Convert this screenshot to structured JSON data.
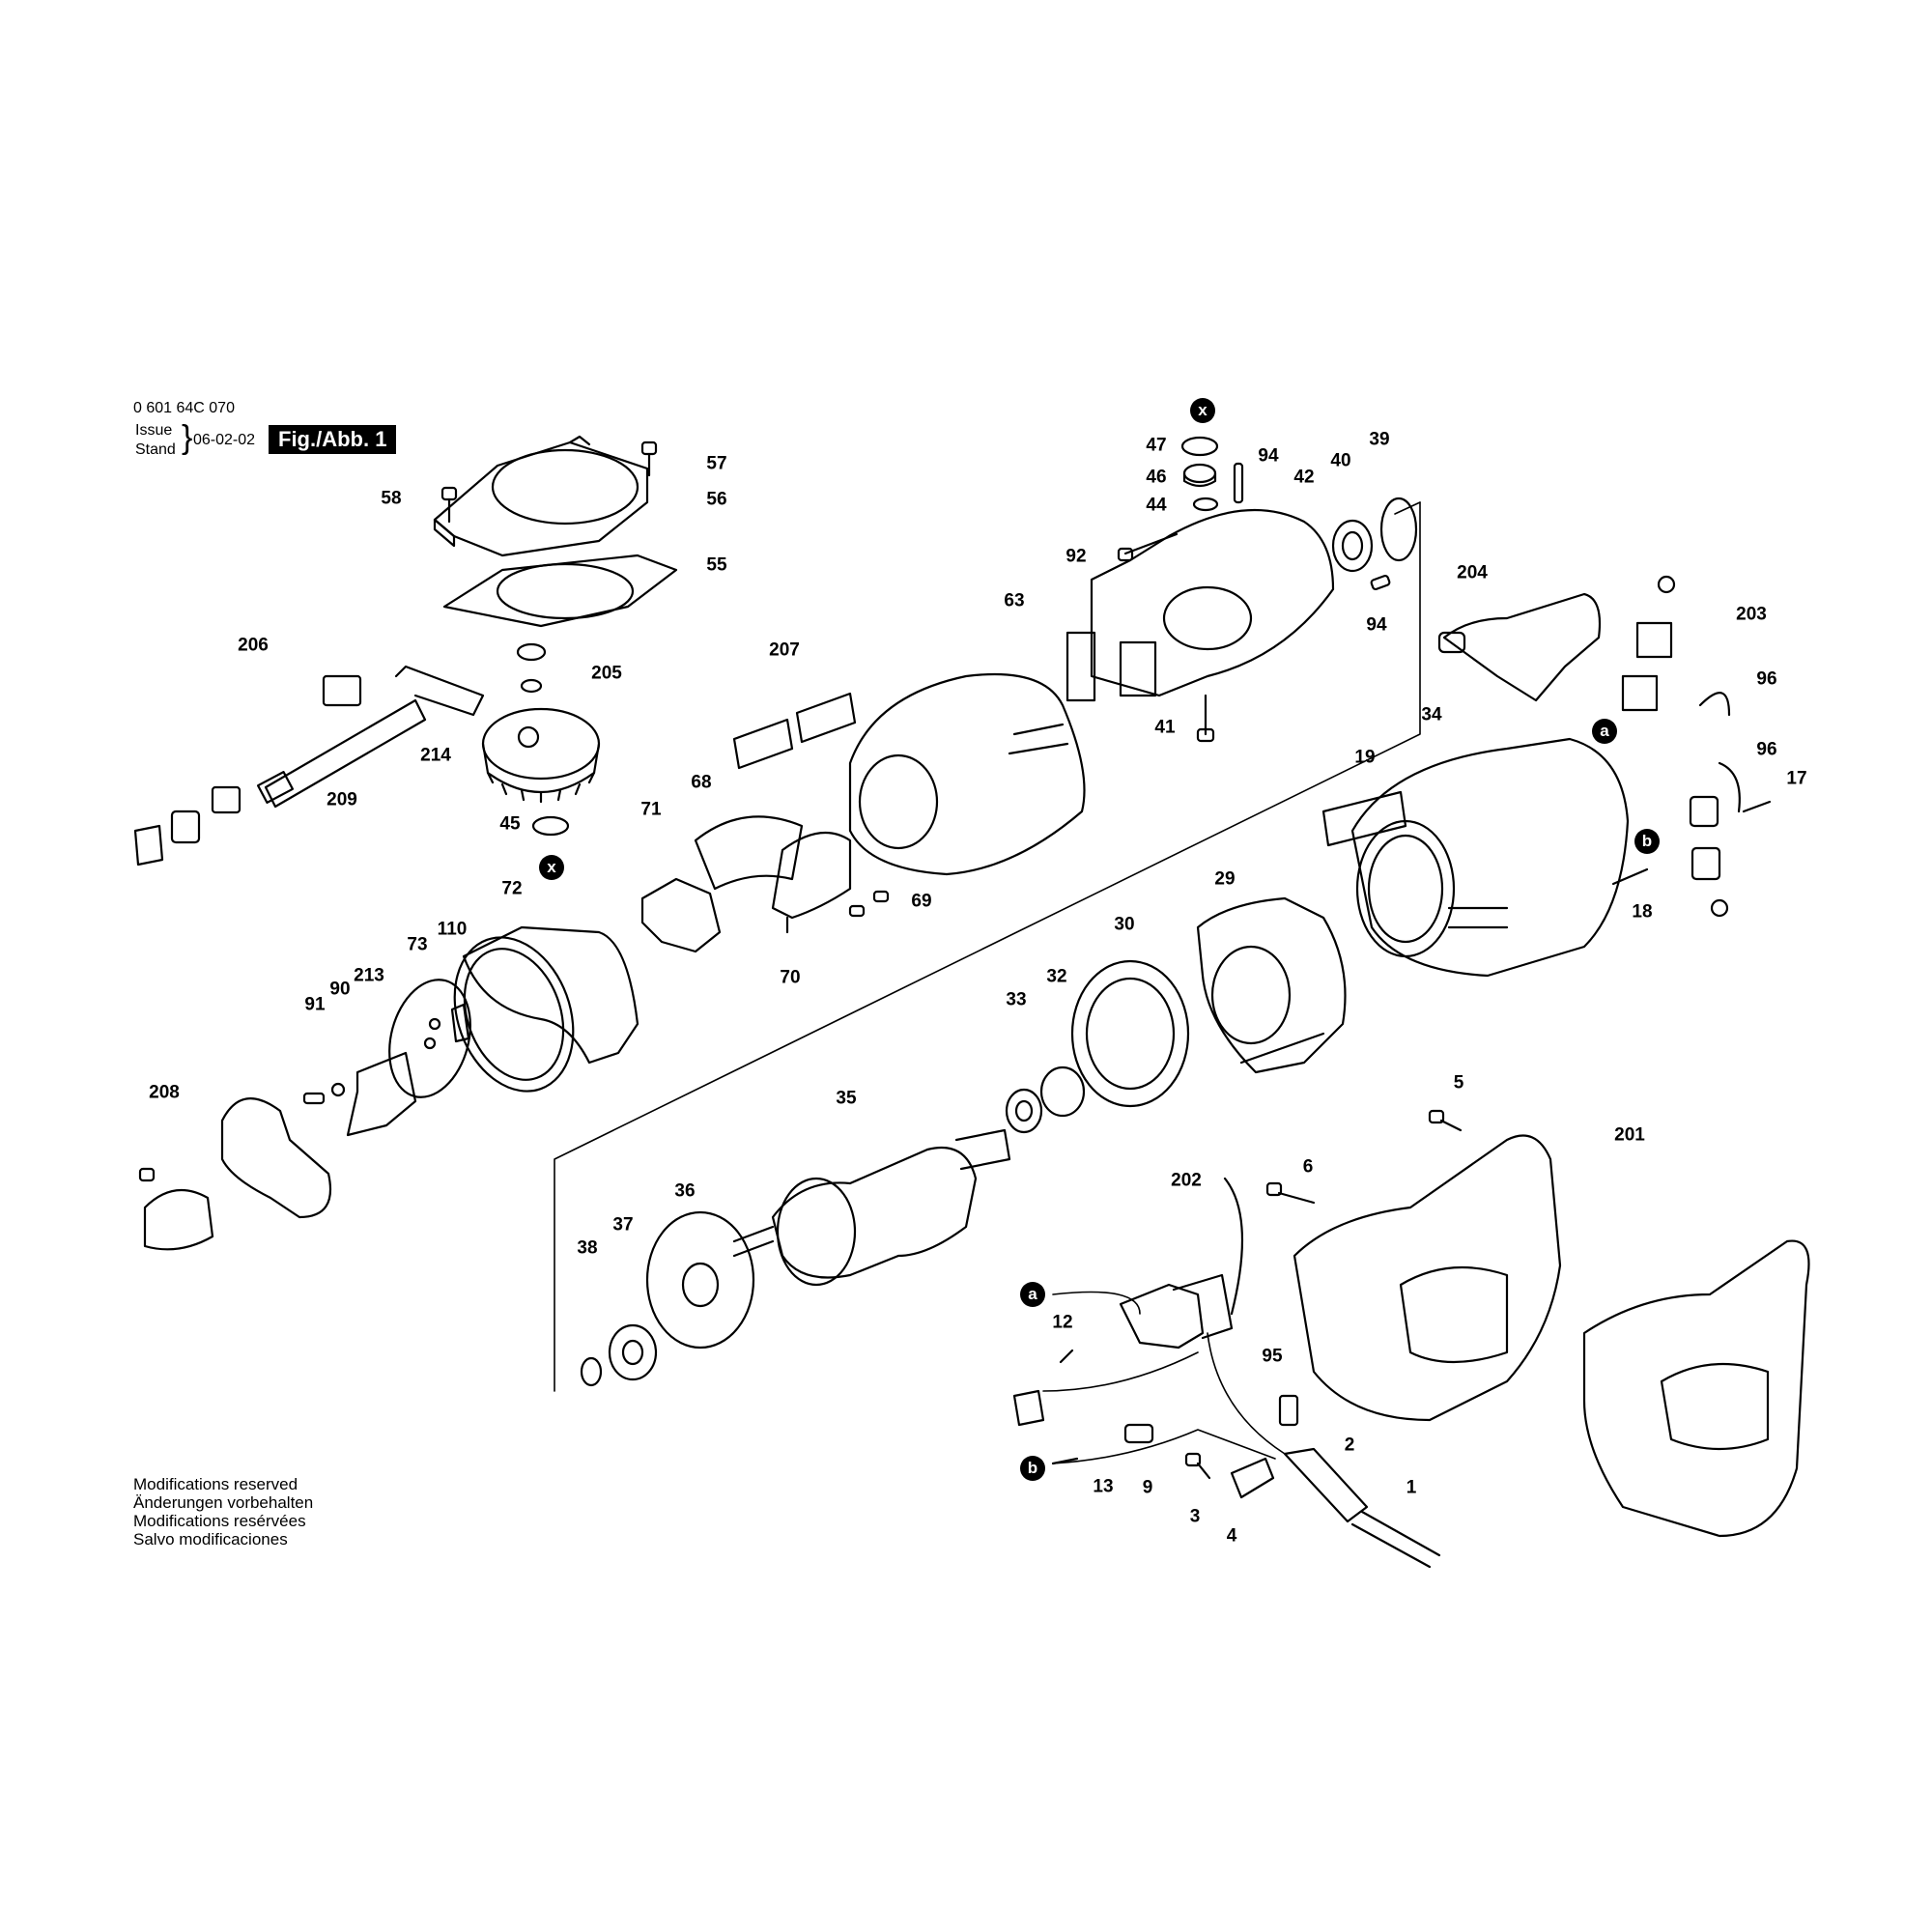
{
  "header": {
    "part_number": "0 601 64C 070",
    "issue_label": "Issue",
    "stand_label": "Stand",
    "brace": "}",
    "date": "06-02-02",
    "figure_label": "Fig./Abb. 1"
  },
  "footer": {
    "notes": [
      "Modifications reserved",
      "Änderungen vorbehalten",
      "Modifications resérvées",
      "Salvo modificaciones"
    ]
  },
  "callouts": [
    {
      "id": "57",
      "label": "57"
    },
    {
      "id": "58",
      "label": "58"
    },
    {
      "id": "56",
      "label": "56"
    },
    {
      "id": "55",
      "label": "55"
    },
    {
      "id": "206",
      "label": "206"
    },
    {
      "id": "205",
      "label": "205"
    },
    {
      "id": "214",
      "label": "214"
    },
    {
      "id": "209",
      "label": "209"
    },
    {
      "id": "45",
      "label": "45"
    },
    {
      "id": "207",
      "label": "207"
    },
    {
      "id": "63",
      "label": "63"
    },
    {
      "id": "68",
      "label": "68"
    },
    {
      "id": "71",
      "label": "71"
    },
    {
      "id": "69",
      "label": "69"
    },
    {
      "id": "70",
      "label": "70"
    },
    {
      "id": "72",
      "label": "72"
    },
    {
      "id": "110",
      "label": "110"
    },
    {
      "id": "73",
      "label": "73"
    },
    {
      "id": "213",
      "label": "213"
    },
    {
      "id": "90",
      "label": "90"
    },
    {
      "id": "91",
      "label": "91"
    },
    {
      "id": "208",
      "label": "208"
    },
    {
      "id": "47",
      "label": "47"
    },
    {
      "id": "46",
      "label": "46"
    },
    {
      "id": "44",
      "label": "44"
    },
    {
      "id": "94a",
      "label": "94"
    },
    {
      "id": "42",
      "label": "42"
    },
    {
      "id": "40",
      "label": "40"
    },
    {
      "id": "39",
      "label": "39"
    },
    {
      "id": "92",
      "label": "92"
    },
    {
      "id": "94b",
      "label": "94"
    },
    {
      "id": "41",
      "label": "41"
    },
    {
      "id": "204",
      "label": "204"
    },
    {
      "id": "203",
      "label": "203"
    },
    {
      "id": "96a",
      "label": "96"
    },
    {
      "id": "96b",
      "label": "96"
    },
    {
      "id": "17",
      "label": "17"
    },
    {
      "id": "34",
      "label": "34"
    },
    {
      "id": "19",
      "label": "19"
    },
    {
      "id": "18",
      "label": "18"
    },
    {
      "id": "29",
      "label": "29"
    },
    {
      "id": "30",
      "label": "30"
    },
    {
      "id": "32",
      "label": "32"
    },
    {
      "id": "33",
      "label": "33"
    },
    {
      "id": "35",
      "label": "35"
    },
    {
      "id": "36",
      "label": "36"
    },
    {
      "id": "37",
      "label": "37"
    },
    {
      "id": "38",
      "label": "38"
    },
    {
      "id": "5",
      "label": "5"
    },
    {
      "id": "201",
      "label": "201"
    },
    {
      "id": "6",
      "label": "6"
    },
    {
      "id": "202",
      "label": "202"
    },
    {
      "id": "12",
      "label": "12"
    },
    {
      "id": "95",
      "label": "95"
    },
    {
      "id": "2",
      "label": "2"
    },
    {
      "id": "1",
      "label": "1"
    },
    {
      "id": "13",
      "label": "13"
    },
    {
      "id": "9",
      "label": "9"
    },
    {
      "id": "3",
      "label": "3"
    },
    {
      "id": "4",
      "label": "4"
    }
  ],
  "connection_markers": [
    {
      "id": "x-top",
      "label": "x"
    },
    {
      "id": "x-bottom",
      "label": "x"
    },
    {
      "id": "a-right",
      "label": "a"
    },
    {
      "id": "a-left",
      "label": "a"
    },
    {
      "id": "b-right",
      "label": "b"
    },
    {
      "id": "b-left",
      "label": "b"
    }
  ]
}
